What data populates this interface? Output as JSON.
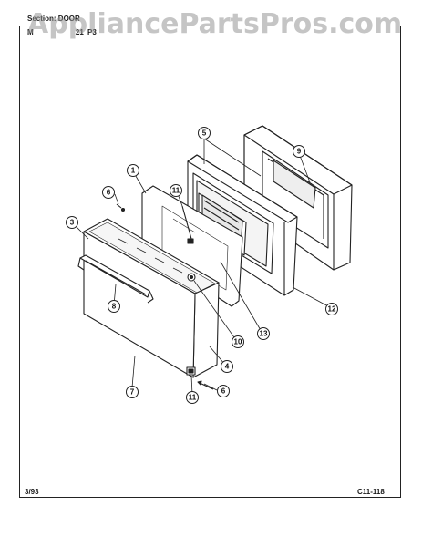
{
  "header": {
    "section_label": "Section:",
    "section_value": "DOOR",
    "model_line": "M",
    "model_fragment": "21",
    "model_fragment_suffix": "P3"
  },
  "watermark": "AppliancePartsPros.com",
  "callouts": [
    "1",
    "3",
    "4",
    "5",
    "6",
    "6",
    "7",
    "8",
    "9",
    "10",
    "11",
    "11",
    "12",
    "13"
  ],
  "footer": {
    "date": "3/93",
    "code": "C11-118"
  },
  "colors": {
    "line": "#222222",
    "watermark": "#969696"
  }
}
